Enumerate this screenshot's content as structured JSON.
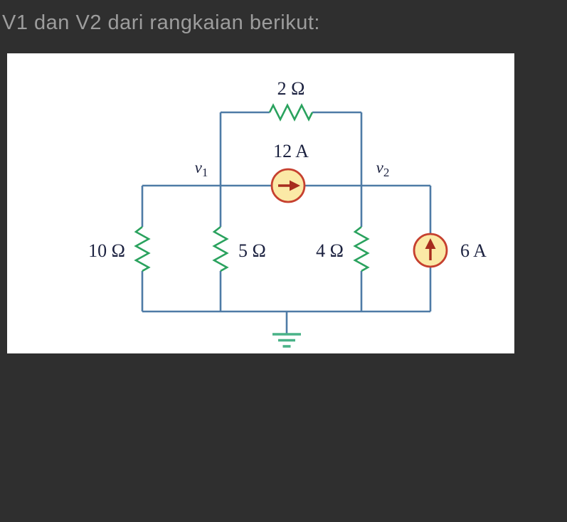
{
  "title": "V1 dan V2 dari rangkaian berikut:",
  "colors": {
    "background": "#2f2f2f",
    "panel": "#ffffff",
    "title_text": "#9d9d9d",
    "wire": "#4e7ba6",
    "resistor": "#2aa25e",
    "source_fill": "#fbe9a6",
    "source_stroke": "#c6402f",
    "arrow": "#a72c1e",
    "label": "#1c2240",
    "ground": "#49b287"
  },
  "circuit": {
    "resistors": [
      {
        "id": "resistor-2ohm",
        "label": "2 Ω",
        "orientation": "horizontal"
      },
      {
        "id": "resistor-10ohm",
        "label": "10 Ω",
        "orientation": "vertical"
      },
      {
        "id": "resistor-5ohm",
        "label": "5 Ω",
        "orientation": "vertical"
      },
      {
        "id": "resistor-4ohm",
        "label": "4 Ω",
        "orientation": "vertical"
      }
    ],
    "sources": [
      {
        "id": "current-source-12a",
        "label": "12 A",
        "direction": "right"
      },
      {
        "id": "current-source-6a",
        "label": "6 A",
        "direction": "up"
      }
    ],
    "node_labels": [
      {
        "base": "v",
        "sub": "1"
      },
      {
        "base": "v",
        "sub": "2"
      }
    ],
    "ground": "earth-ground"
  }
}
